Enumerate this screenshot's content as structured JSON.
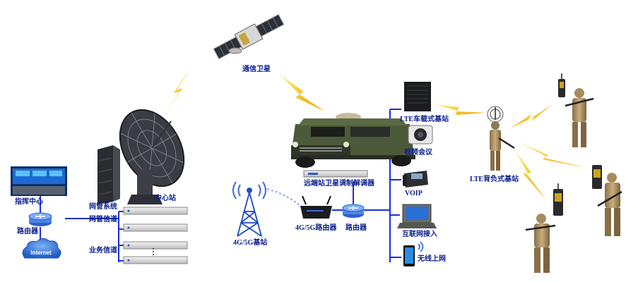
{
  "labels": {
    "satellite": "通信卫星",
    "command_center": "指挥中心",
    "router_left": "路由器",
    "internet": "Internet",
    "nms": "网管系统",
    "nms_channel": "网管信道",
    "business_channel": "业务信道",
    "center_station": "中心站",
    "modem": "远端站卫星调制解调器",
    "base_station": "4G/5G基站",
    "router_4g5g": "4G/5G路由器",
    "router_mid": "路由器",
    "lte_vehicle": "LTE车载式基站",
    "video_conf": "视频会议",
    "voip": "VOIP",
    "internet_access": "互联网接入",
    "wireless": "无线上网",
    "lte_backpack": "LTE背负式基站"
  },
  "colors": {
    "link": "#1a2fd4",
    "bolt": "#f4c430",
    "label": "#0a1e8c",
    "cloud": "#2e6fd6"
  }
}
